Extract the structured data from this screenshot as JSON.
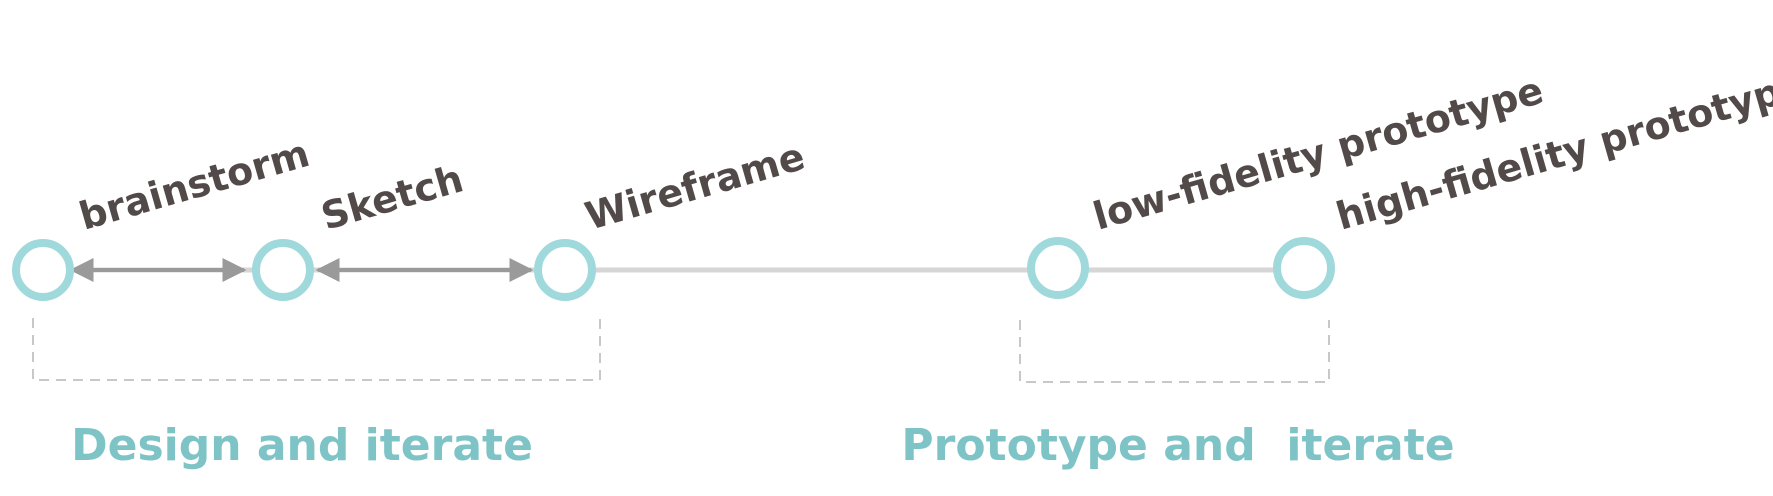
{
  "colors": {
    "node_stroke": "#9fd9dc",
    "timeline": "#d6d6d6",
    "arrow": "#9a9a9a",
    "bracket": "#c8c8c8",
    "stage_text": "#514a48",
    "group_text": "#7ec4c6"
  },
  "stages": [
    {
      "label": "brainstorm"
    },
    {
      "label": "Sketch"
    },
    {
      "label": "Wireframe"
    },
    {
      "label": "low-fidelity prototype"
    },
    {
      "label": "high-fidelity prototype"
    }
  ],
  "groups": [
    {
      "label": "Design and iterate"
    },
    {
      "label": "Prototype and  iterate"
    }
  ],
  "arrows": [
    {
      "type": "double-arrow",
      "from_stage": 0,
      "to_stage": 1
    },
    {
      "type": "double-arrow",
      "from_stage": 1,
      "to_stage": 2
    }
  ]
}
